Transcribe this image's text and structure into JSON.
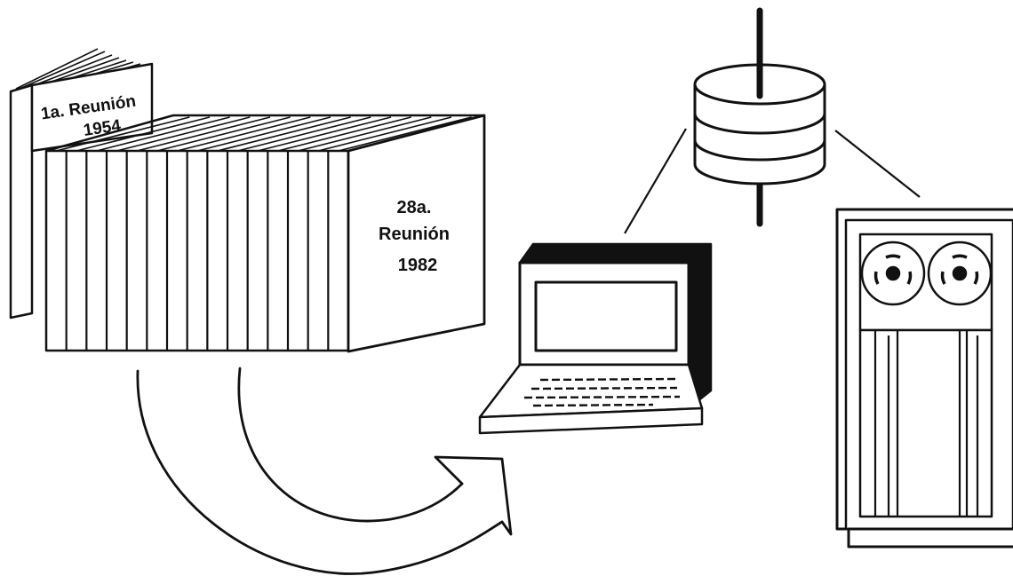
{
  "colors": {
    "ink": "#111111",
    "paper": "#ffffff"
  },
  "first_volume": {
    "line1": "1a. Reunión",
    "line2": "1954"
  },
  "last_volume": {
    "line1": "28a.",
    "line2": "Reunión",
    "line3": "1982"
  },
  "volume_count": 15,
  "icons": {
    "arrow": "curved-arrow-icon",
    "computer": "laptop-computer-icon",
    "storage": "disk-storage-icon",
    "mainframe": "tape-drive-cabinet-icon"
  }
}
